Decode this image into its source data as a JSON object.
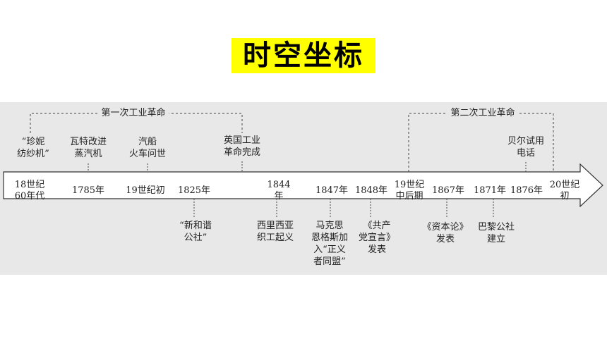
{
  "title": "时空坐标",
  "revolutions": {
    "first": "第一次工业革命",
    "second": "第二次工业革命"
  },
  "dates": [
    "18世纪\n60年代",
    "1785年",
    "19世纪初",
    "1825年",
    "1844\n年",
    "1847年",
    "1848年",
    "19世纪\n中后期",
    "1867年",
    "1871年",
    "1876年",
    "20世纪\n初"
  ],
  "events_above": [
    "“珍妮\n纺纱机”",
    "瓦特改进\n蒸汽机",
    "汽船\n火车问世",
    "英国工业\n革命完成",
    "贝尔试用\n电话"
  ],
  "events_below": [
    "“新和谐\n公社”",
    "西里西亚\n织工起义",
    "马克思\n恩格斯加\n入“正义\n者同盟”",
    "《共产\n党宣言》\n发表",
    "《资本论》\n发表",
    "巴黎公社\n建立"
  ]
}
